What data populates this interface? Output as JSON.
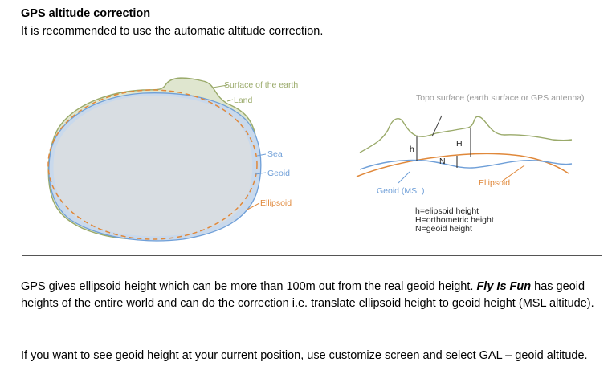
{
  "title": "GPS altitude correction",
  "intro": "It is recommended to use the automatic altitude correction.",
  "figure": {
    "left_labels": {
      "surface": "Surface of the earth",
      "land": "Land",
      "sea": "Sea",
      "geoid": "Geoid",
      "ellipsoid": "Ellipsoid"
    },
    "right_labels": {
      "topo": "Topo surface (earth surface or GPS antenna)",
      "geoid_msl": "Geoid (MSL)",
      "ellipsoid": "Ellipsoid",
      "h": "h",
      "H": "H",
      "N": "N"
    },
    "legend": {
      "line1": "h=elipsoid height",
      "line2": "H=orthometric height",
      "line3": "N=geoid height"
    },
    "colors": {
      "land": "#9aaa6a",
      "geoid": "#6f9fd8",
      "ellipsoid": "#e0883a",
      "fill_land": "#dfe6cf",
      "fill_geoid": "#c9d9ec",
      "fill_body": "#d8dde2"
    }
  },
  "para1": {
    "before": "GPS gives ellipsoid height which can be more than 100m out from the real geoid height. ",
    "brand": "Fly Is Fun",
    "after": " has geoid heights of the entire world and can do the correction i.e. translate ellipsoid height to geoid height (MSL altitude)."
  },
  "para2": "If you want to see geoid height at your current position, use customize screen and select GAL – geoid altitude."
}
